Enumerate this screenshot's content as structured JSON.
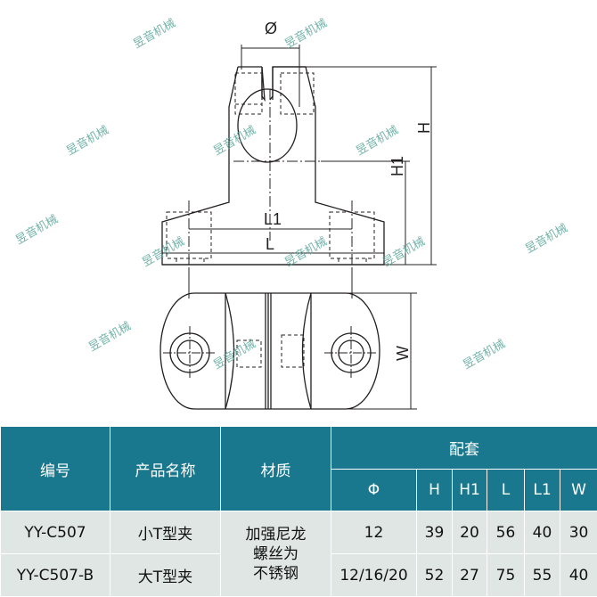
{
  "drawing": {
    "front_view": {
      "labels": {
        "phi": "Ø",
        "H": "H",
        "H1": "H1",
        "L1": "L1",
        "L": "L"
      }
    },
    "top_view": {
      "labels": {
        "W": "W"
      }
    }
  },
  "watermark": {
    "text": "昱音机械"
  },
  "table": {
    "header": {
      "code": "编号",
      "name": "产品名称",
      "material": "材质",
      "fitting": "配套",
      "sub": [
        "Φ",
        "H",
        "H1",
        "L",
        "L1",
        "W"
      ]
    },
    "material_value": [
      "加强尼龙",
      "螺丝为",
      "不锈钢"
    ],
    "rows": [
      {
        "code": "YY-C507",
        "name": "小T型夹",
        "phi": "12",
        "H": "39",
        "H1": "20",
        "L": "56",
        "L1": "40",
        "W": "30"
      },
      {
        "code": "YY-C507-B",
        "name": "大T型夹",
        "phi": "12/16/20",
        "H": "52",
        "H1": "27",
        "L": "75",
        "L1": "55",
        "W": "40"
      }
    ]
  },
  "colors": {
    "header_bg": "#1a788e",
    "row_bg": "#dfe6e4",
    "watermark": "#5aa59a"
  }
}
